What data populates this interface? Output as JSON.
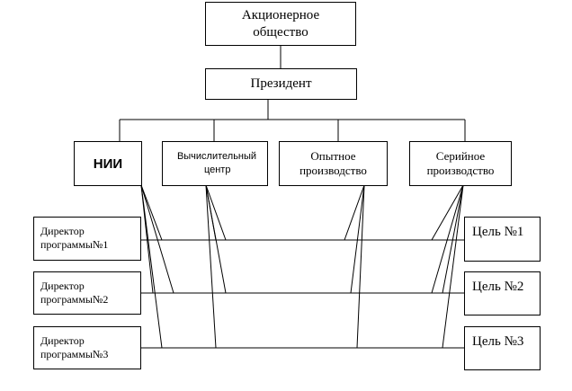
{
  "nodes": {
    "shareholders": {
      "line1": "Акционерное",
      "line2": "общество"
    },
    "president": {
      "label": "Президент"
    },
    "research": {
      "label": "НИИ"
    },
    "computing": {
      "line1": "Вычислительный",
      "line2": "центр"
    },
    "pilot": {
      "line1": "Опытное",
      "line2": "производство"
    },
    "serial": {
      "line1": "Серийное",
      "line2": "производство"
    },
    "directors": [
      {
        "line1": "Директор",
        "line2": "программы№1"
      },
      {
        "line1": "Директор",
        "line2": "программы№2"
      },
      {
        "line1": "Директор",
        "line2": "программы№3"
      }
    ],
    "goals": [
      {
        "label": "Цель №1"
      },
      {
        "label": "Цель №2"
      },
      {
        "label": "Цель №3"
      }
    ]
  }
}
